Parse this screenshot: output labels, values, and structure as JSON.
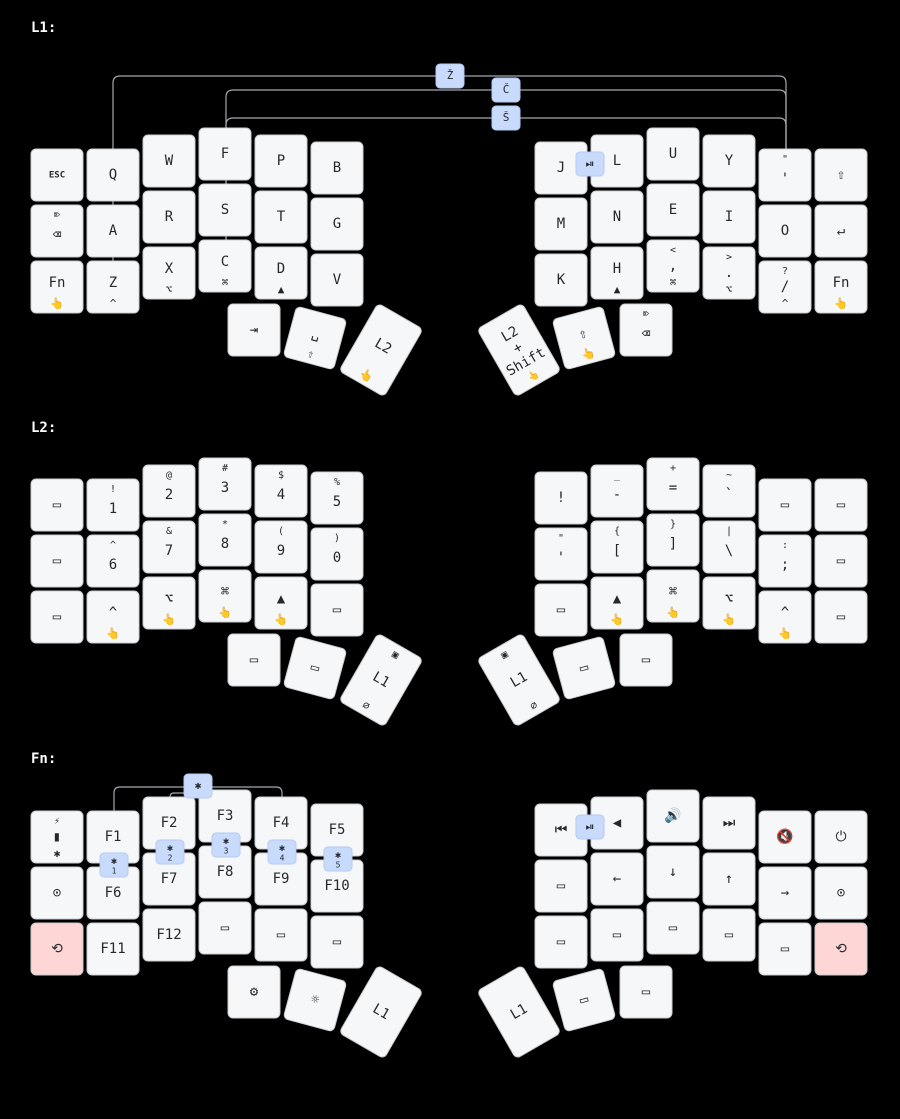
{
  "colors": {
    "background": "#000000",
    "key_fill": "#f6f7f8",
    "key_stroke": "#c9ccd1",
    "key_text": "#24292e",
    "combo_fill": "#c9dbfd",
    "combo_stroke": "#b6c9ef",
    "combo_line": "#a5a8ad",
    "reset_fill": "#ffd6d6",
    "layer_label": "#ffffff"
  },
  "layers": [
    {
      "label": "L1:",
      "keys": [
        {
          "tap": "ESC",
          "small": true
        },
        {
          "tap": "Q"
        },
        {
          "tap": "W"
        },
        {
          "tap": "F"
        },
        {
          "tap": "P"
        },
        {
          "tap": "B"
        },
        {
          "tap": "J"
        },
        {
          "tap": "L"
        },
        {
          "tap": "U"
        },
        {
          "tap": "Y"
        },
        {
          "tap": "'",
          "shifted": "\""
        },
        {
          "tap": "⇧"
        },
        {
          "tap": "⌫",
          "shifted": "⌦"
        },
        {
          "tap": "A"
        },
        {
          "tap": "R"
        },
        {
          "tap": "S"
        },
        {
          "tap": "T"
        },
        {
          "tap": "G"
        },
        {
          "tap": "M"
        },
        {
          "tap": "N"
        },
        {
          "tap": "E"
        },
        {
          "tap": "I"
        },
        {
          "tap": "O"
        },
        {
          "tap": "↵"
        },
        {
          "tap": "Fn",
          "hold": "👆"
        },
        {
          "tap": "Z",
          "hold": "^"
        },
        {
          "tap": "X",
          "hold": "⌥"
        },
        {
          "tap": "C",
          "hold": "⌘"
        },
        {
          "tap": "D",
          "hold": "▲"
        },
        {
          "tap": "V"
        },
        {
          "tap": "K"
        },
        {
          "tap": "H",
          "hold": "▲"
        },
        {
          "tap": ",",
          "shifted": "<",
          "hold": "⌘"
        },
        {
          "tap": ".",
          "shifted": ">",
          "hold": "⌥"
        },
        {
          "tap": "/",
          "shifted": "?",
          "hold": "^"
        },
        {
          "tap": "Fn",
          "hold": "👆"
        },
        {
          "tap": "⇥"
        },
        {
          "tap": "␣",
          "hold": "⇧"
        },
        {
          "tap": "L2",
          "hold": "👆"
        },
        {
          "tap": "L2 + Shift",
          "hold": "👆"
        },
        {
          "tap": "⇧",
          "hold": "👆"
        },
        {
          "tap": "⌫",
          "shifted": "⌦"
        }
      ],
      "combos": [
        {
          "label": "Ž"
        },
        {
          "label": "Č"
        },
        {
          "label": "Š"
        },
        {
          "label": "⏯"
        }
      ]
    },
    {
      "label": "L2:",
      "keys": [
        {
          "tap": "▭"
        },
        {
          "tap": "1",
          "shifted": "!"
        },
        {
          "tap": "2",
          "shifted": "@"
        },
        {
          "tap": "3",
          "shifted": "#"
        },
        {
          "tap": "4",
          "shifted": "$"
        },
        {
          "tap": "5",
          "shifted": "%"
        },
        {
          "tap": "!"
        },
        {
          "tap": "-",
          "shifted": "_"
        },
        {
          "tap": "=",
          "shifted": "+"
        },
        {
          "tap": "`",
          "shifted": "~"
        },
        {
          "tap": "▭"
        },
        {
          "tap": "▭"
        },
        {
          "tap": "▭"
        },
        {
          "tap": "6",
          "shifted": "^"
        },
        {
          "tap": "7",
          "shifted": "&"
        },
        {
          "tap": "8",
          "shifted": "*"
        },
        {
          "tap": "9",
          "shifted": "("
        },
        {
          "tap": "0",
          "shifted": ")"
        },
        {
          "tap": "'",
          "shifted": "\""
        },
        {
          "tap": "[",
          "shifted": "{"
        },
        {
          "tap": "]",
          "shifted": "}"
        },
        {
          "tap": "\\",
          "shifted": "|"
        },
        {
          "tap": ";",
          "shifted": ":"
        },
        {
          "tap": "▭"
        },
        {
          "tap": "▭"
        },
        {
          "tap": "^",
          "hold": "👆"
        },
        {
          "tap": "⌥",
          "hold": "👆"
        },
        {
          "tap": "⌘",
          "hold": "👆"
        },
        {
          "tap": "▲",
          "hold": "👆"
        },
        {
          "tap": "▭"
        },
        {
          "tap": "▭"
        },
        {
          "tap": "▲",
          "hold": "👆"
        },
        {
          "tap": "⌘",
          "hold": "👆"
        },
        {
          "tap": "⌥",
          "hold": "👆"
        },
        {
          "tap": "^",
          "hold": "👆"
        },
        {
          "tap": "▭"
        },
        {
          "tap": "▭"
        },
        {
          "tap": "▭"
        },
        {
          "tap": "L1",
          "shifted": "▣",
          "hold": "∅"
        },
        {
          "tap": "L1",
          "shifted": "▣",
          "hold": "∅"
        },
        {
          "tap": "▭"
        },
        {
          "tap": "▭"
        }
      ],
      "combos": []
    },
    {
      "label": "Fn:",
      "keys": [
        {
          "tap": "▮",
          "shifted": "⚡",
          "hold": "✱"
        },
        {
          "tap": "F1"
        },
        {
          "tap": "F2"
        },
        {
          "tap": "F3"
        },
        {
          "tap": "F4"
        },
        {
          "tap": "F5"
        },
        {
          "tap": "⏮"
        },
        {
          "tap": "◀"
        },
        {
          "tap": "🔊"
        },
        {
          "tap": "⏭"
        },
        {
          "tap": "🔇"
        },
        {
          "tap": "⏻"
        },
        {
          "tap": "⊙"
        },
        {
          "tap": "F6"
        },
        {
          "tap": "F7"
        },
        {
          "tap": "F8"
        },
        {
          "tap": "F9"
        },
        {
          "tap": "F10"
        },
        {
          "tap": "▭"
        },
        {
          "tap": "←"
        },
        {
          "tap": "↓"
        },
        {
          "tap": "↑"
        },
        {
          "tap": "→"
        },
        {
          "tap": "⊙"
        },
        {
          "tap": "⟲",
          "reset": true
        },
        {
          "tap": "F11"
        },
        {
          "tap": "F12"
        },
        {
          "tap": "▭"
        },
        {
          "tap": "▭"
        },
        {
          "tap": "▭"
        },
        {
          "tap": "▭"
        },
        {
          "tap": "▭"
        },
        {
          "tap": "▭"
        },
        {
          "tap": "▭"
        },
        {
          "tap": "▭"
        },
        {
          "tap": "⟲",
          "reset": true
        },
        {
          "tap": "⚙"
        },
        {
          "tap": "☼"
        },
        {
          "tap": "L1"
        },
        {
          "tap": "L1"
        },
        {
          "tap": "▭"
        },
        {
          "tap": "▭"
        }
      ],
      "combos": [
        {
          "label": "✱"
        },
        {
          "label": "✱",
          "sub": "1"
        },
        {
          "label": "✱",
          "sub": "2"
        },
        {
          "label": "✱",
          "sub": "3"
        },
        {
          "label": "✱",
          "sub": "4"
        },
        {
          "label": "✱",
          "sub": "5"
        },
        {
          "label": "⏯"
        }
      ]
    }
  ]
}
